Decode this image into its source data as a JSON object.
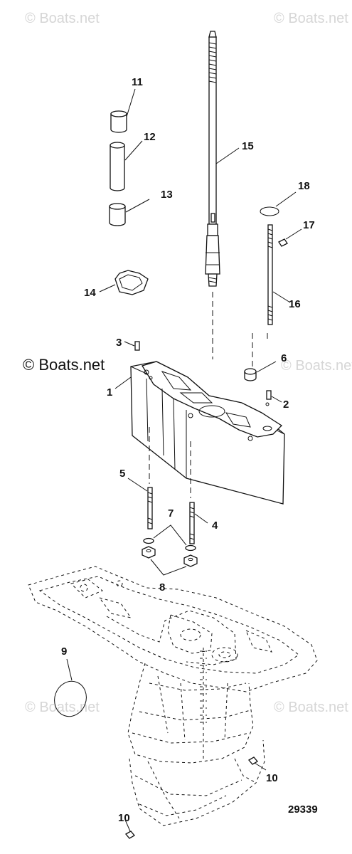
{
  "watermark": {
    "text": "Boats.net",
    "copyright_symbol": "©",
    "prominent_text": "© Boats.net"
  },
  "callouts": {
    "c1": "1",
    "c2": "2",
    "c3": "3",
    "c4": "4",
    "c5": "5",
    "c6": "6",
    "c7": "7",
    "c8": "8",
    "c9": "9",
    "c10a": "10",
    "c10b": "10",
    "c11": "11",
    "c12": "12",
    "c13": "13",
    "c14": "14",
    "c15": "15",
    "c16": "16",
    "c17": "17",
    "c18": "18"
  },
  "figure_number": "29339",
  "colors": {
    "line": "#111111",
    "watermark": "#d6d6d6",
    "background": "#ffffff"
  }
}
